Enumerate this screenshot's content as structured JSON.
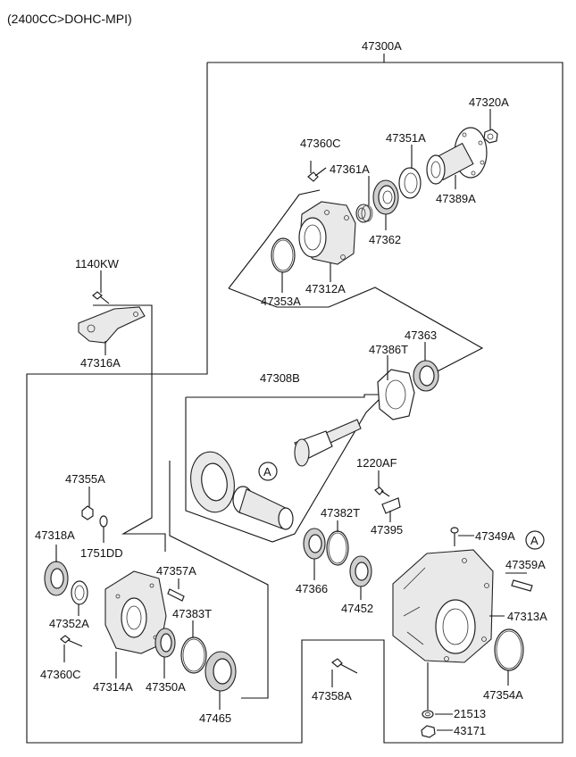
{
  "header": {
    "engine_spec": "(2400CC>DOHC-MPI)"
  },
  "assembly": {
    "main_part": "47300A"
  },
  "labels": {
    "p47320A": "47320A",
    "p47360C_top": "47360C",
    "p47351A": "47351A",
    "p47361A": "47361A",
    "p47389A": "47389A",
    "p47362": "47362",
    "p1140KW": "1140KW",
    "p47353A": "47353A",
    "p47312A": "47312A",
    "p47316A": "47316A",
    "p47363": "47363",
    "p47386T": "47386T",
    "p47308B": "47308B",
    "ref_A_1": "A",
    "p1220AF": "1220AF",
    "p47355A": "47355A",
    "p47382T": "47382T",
    "p47395": "47395",
    "p47349A": "47349A",
    "ref_A_2": "A",
    "p47318A": "47318A",
    "p1751DD": "1751DD",
    "p47359A": "47359A",
    "p47357A": "47357A",
    "p47366": "47366",
    "p47452": "47452",
    "p47313A": "47313A",
    "p47383T": "47383T",
    "p47352A": "47352A",
    "p47360C_bottom": "47360C",
    "p47314A": "47314A",
    "p47350A": "47350A",
    "p47354A": "47354A",
    "p47358A": "47358A",
    "p21513": "21513",
    "p47465": "47465",
    "p43171": "43171"
  }
}
